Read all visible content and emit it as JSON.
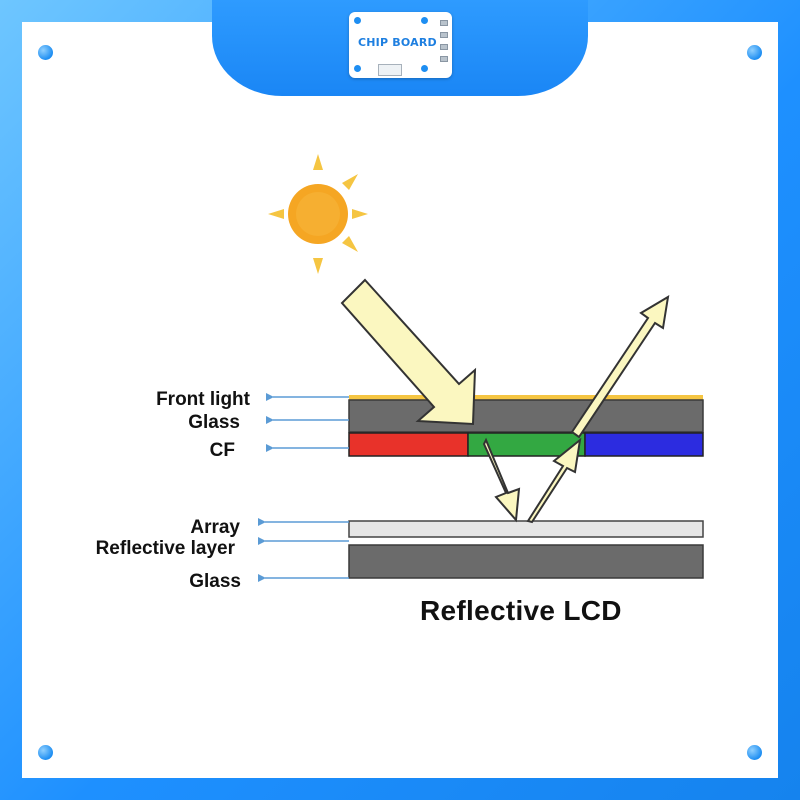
{
  "brand": {
    "logo_text": "CHIP BOARD"
  },
  "labels": {
    "front_light": "Front light",
    "glass_top": "Glass",
    "cf": "CF",
    "array": "Array",
    "reflective_layer": "Reflective layer",
    "glass_bottom": "Glass"
  },
  "caption": "Reflective LCD",
  "colors": {
    "background_blue": "#1e90ff",
    "front_light": "#f5c542",
    "glass": "#6b6b6b",
    "cf_red": "#e8322a",
    "cf_green": "#33a842",
    "cf_blue": "#2c2ce0",
    "array": "#e6e6e6",
    "light_arrow": "#fbf7c0",
    "pointer_arrow": "#5b9bd5",
    "sun": "#f5a623"
  },
  "icons": [
    "sun-icon",
    "incident-light-arrow",
    "reflected-light-arrow",
    "pointer-arrow"
  ]
}
